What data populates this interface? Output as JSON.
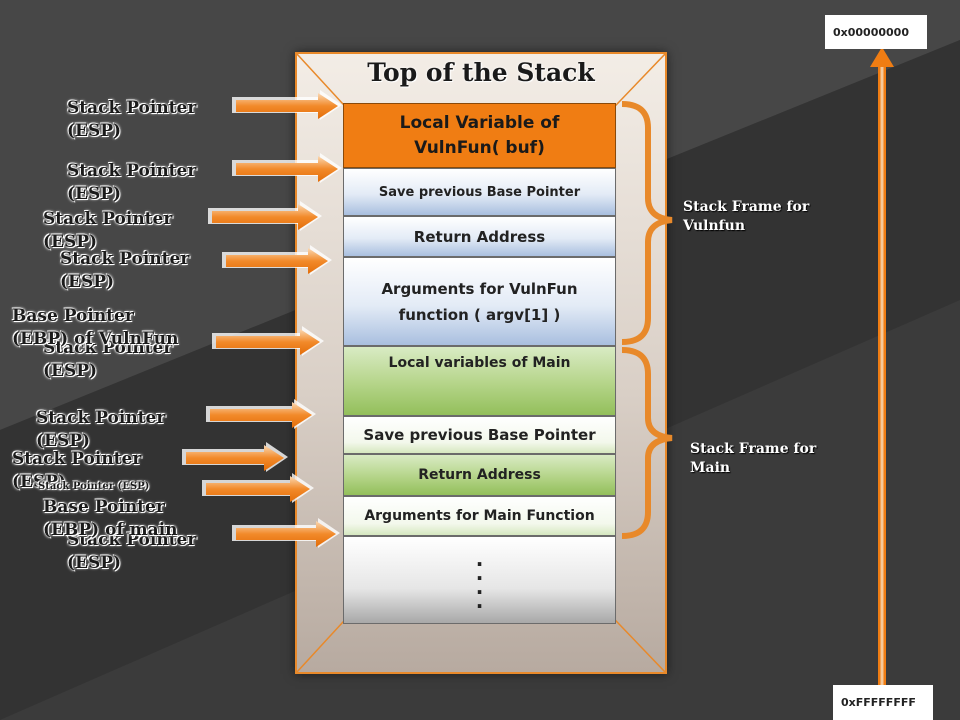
{
  "title": "Top of the Stack",
  "cells": {
    "local_var_vulnfun": "Local Variable of VulnFun( buf)",
    "save_bp_vulnfun": "Save previous Base Pointer",
    "ret_vulnfun": "Return Address",
    "args_vulnfun": "Arguments for VulnFun function ( argv[1] )",
    "local_main": "Local variables of Main",
    "save_bp_main": "Save previous Base Pointer",
    "ret_main": "Return Address",
    "args_main": "Arguments for Main Function",
    "dots": ". . . ."
  },
  "labels": {
    "sp1": "Stack Pointer\n(ESP)",
    "sp2": "Stack Pointer\n(ESP)",
    "sp3": "Stack Pointer\n(ESP)",
    "sp4": "Stack Pointer\n(ESP)",
    "bp_vulnfun": "Base Pointer\n(EBP) of VulnFun",
    "sp5": "Stack Pointer\n(ESP)",
    "sp6": "Stack Pointer\n(ESP)",
    "sp7": "Stack Pointer\n(ESP)",
    "sp_small": "Stack Pointer (ESP)",
    "bp_main": "Base Pointer\n(EBP) of main",
    "sp8": "Stack Pointer\n(ESP)"
  },
  "frames": {
    "vulnfun": "Stack Frame for\nVulnfun",
    "main": "Stack Frame for\nMain"
  },
  "addresses": {
    "top": "0x00000000",
    "bottom": "0xFFFFFFFF"
  },
  "colors": {
    "accent_orange": "#f07d13",
    "bracket_orange": "#e8892a",
    "background": "#3a3a3a"
  }
}
